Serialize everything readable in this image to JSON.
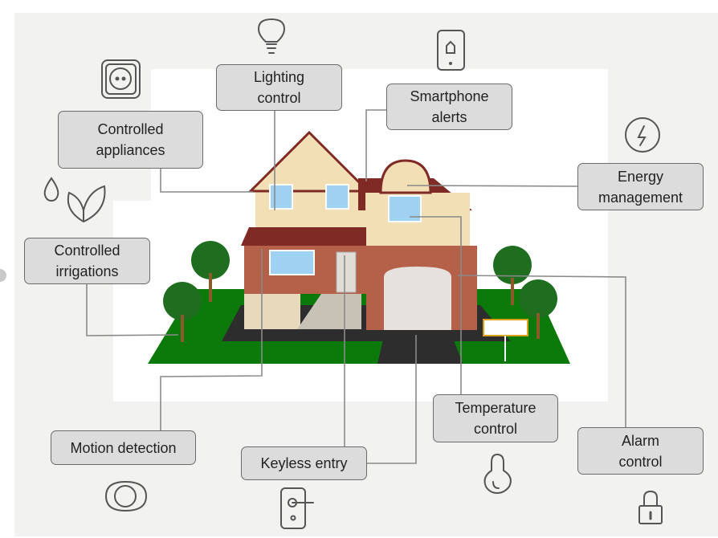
{
  "labels": {
    "lighting": "Lighting\ncontrol",
    "smartphone": "Smartphone\nalerts",
    "appliances": "Controlled\nappliances",
    "energy": "Energy\nmanagement",
    "irrigation": "Controlled\nirrigations",
    "motion": "Motion detection",
    "keyless": "Keyless entry",
    "temperature": "Temperature\ncontrol",
    "alarm": "Alarm\ncontrol"
  },
  "icons": [
    "lightbulb-icon",
    "smartphone-home-icon",
    "power-outlet-icon",
    "lightning-bolt-icon",
    "water-drop-icon",
    "leaf-icon",
    "eye-icon",
    "door-handle-icon",
    "thermometer-icon",
    "padlock-icon"
  ],
  "colors": {
    "label_fill": "#dcdcdc",
    "label_border": "#6b6b6b",
    "connector": "#8a8a8a",
    "icon": "#555555",
    "lawn": "#0b7a0b",
    "roof": "#7f2a24",
    "siding": "#f3dfb5",
    "brick": "#b5614a",
    "window": "#9fd1f2"
  }
}
